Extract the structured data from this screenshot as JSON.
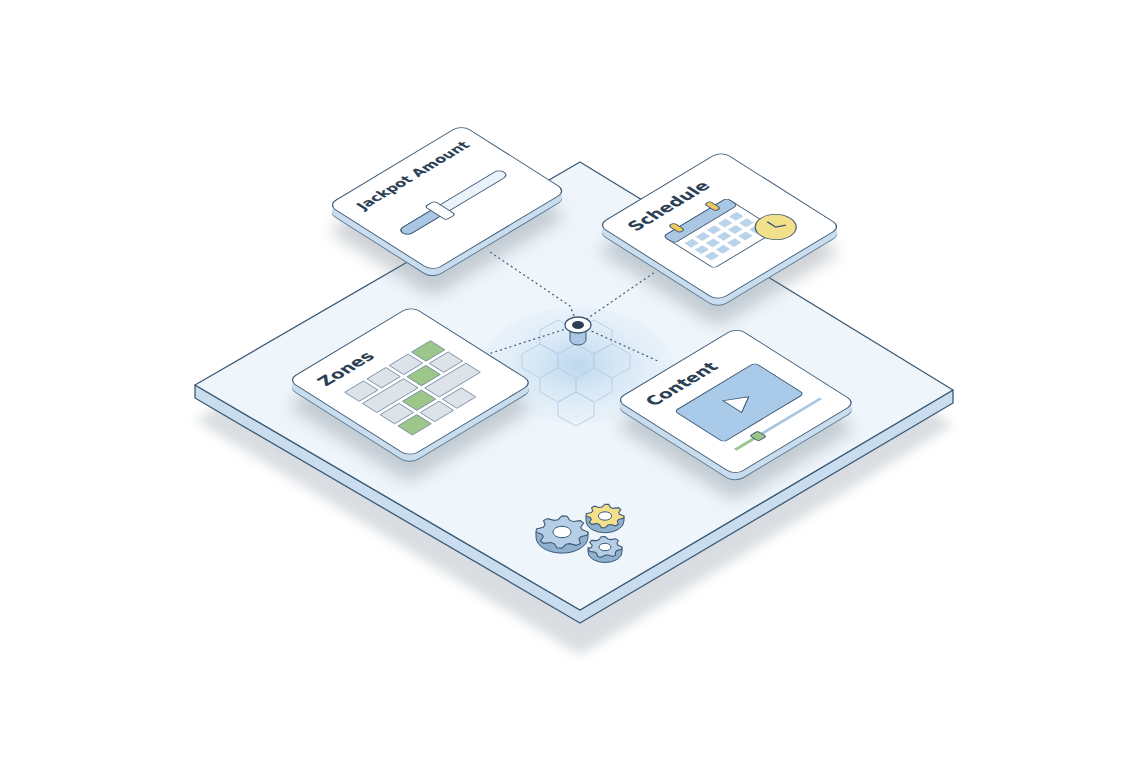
{
  "diagram": {
    "nodes": [
      {
        "text": [
          "Jackpot Amount"
        ]
      },
      {
        "text": [
          "Schedule"
        ]
      },
      {
        "text": [
          "Zones"
        ]
      },
      {
        "text": [
          "Content"
        ]
      }
    ]
  }
}
